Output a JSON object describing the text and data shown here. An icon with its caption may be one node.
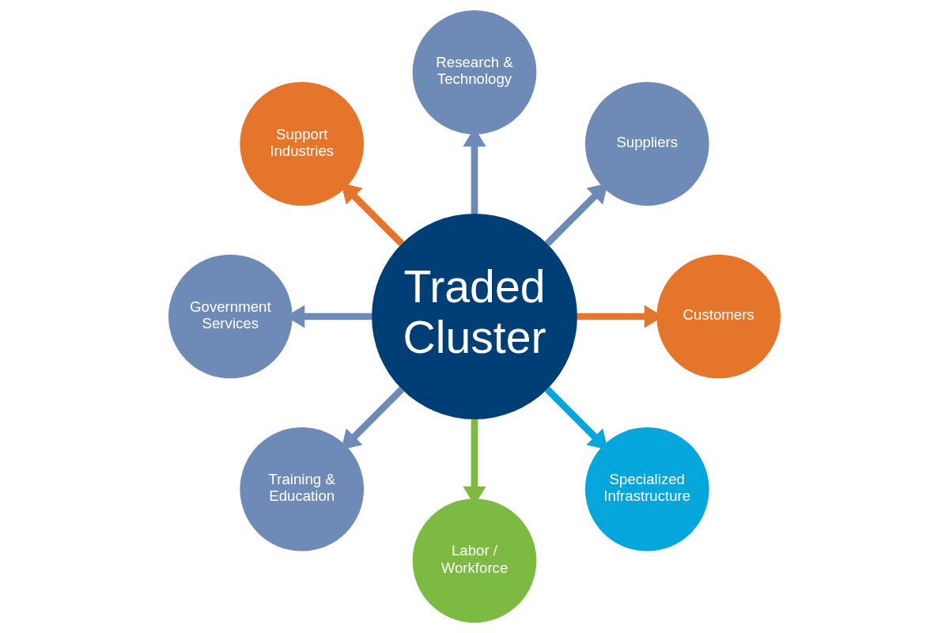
{
  "diagram": {
    "nodes": [
      {
        "text": [
          "Traded Cluster"
        ]
      },
      {
        "text": [
          "Research & Technology"
        ]
      },
      {
        "text": [
          "Suppliers"
        ]
      },
      {
        "text": [
          "Customers"
        ]
      },
      {
        "text": [
          "Specialized Infrastructure"
        ]
      },
      {
        "text": [
          "Labor / Workforce"
        ]
      },
      {
        "text": [
          "Training & Education"
        ]
      },
      {
        "text": [
          "Government Services"
        ]
      },
      {
        "text": [
          "Support Industries"
        ]
      }
    ],
    "edges": [
      {
        "from": 0,
        "to": 1,
        "arrow": "to"
      },
      {
        "from": 0,
        "to": 2,
        "arrow": "to"
      },
      {
        "from": 0,
        "to": 3,
        "arrow": "to",
        "color": "#e5752b"
      },
      {
        "from": 0,
        "to": 4,
        "arrow": "to",
        "color": "#04a6db"
      },
      {
        "from": 0,
        "to": 5,
        "arrow": "to",
        "color": "#7cba42"
      },
      {
        "from": 0,
        "to": 6,
        "arrow": "to"
      },
      {
        "from": 0,
        "to": 7,
        "arrow": "to"
      },
      {
        "from": 0,
        "to": 8,
        "arrow": "to",
        "color": "#e5752b"
      }
    ]
  }
}
